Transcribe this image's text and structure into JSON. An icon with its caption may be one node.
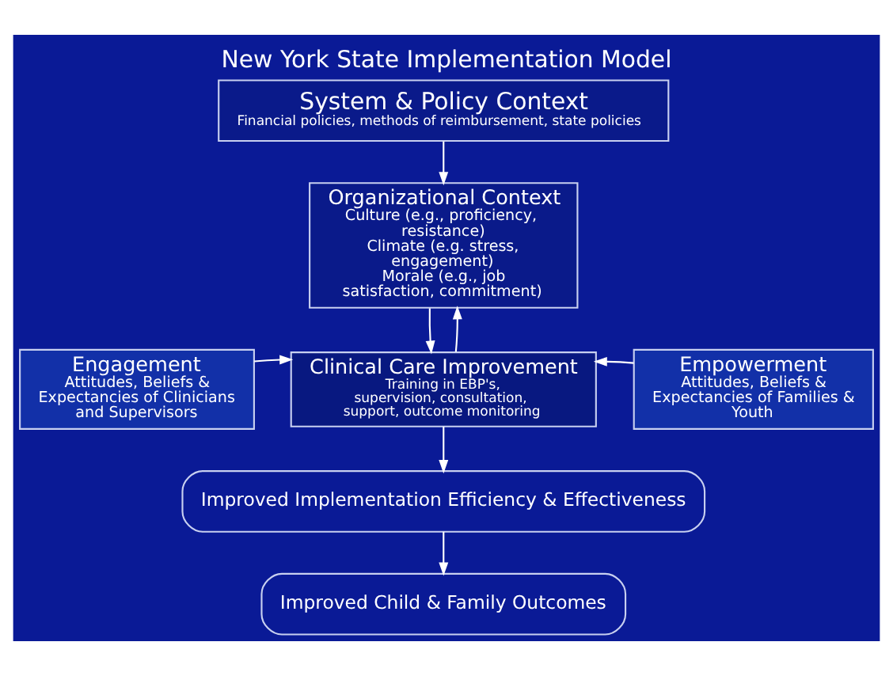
{
  "diagram": {
    "title": "New York State Implementation Model",
    "nodes": [
      {
        "text": [
          "System & Policy Context",
          "Financial policies, methods of reimbursement, state policies"
        ]
      },
      {
        "text": [
          "Organizational Context",
          "Culture (e.g., proficiency, resistance)",
          "Climate (e.g. stress, engagement)",
          "Morale (e.g., job satisfaction, commitment)"
        ]
      },
      {
        "text": [
          "Engagement",
          "Attitudes, Beliefs & Expectancies of Clinicians and Supervisors"
        ]
      },
      {
        "text": [
          "Clinical Care Improvement",
          "Training in EBP's, supervision, consultation, support, outcome monitoring"
        ]
      },
      {
        "text": [
          "Empowerment",
          "Attitudes, Beliefs & Expectancies of Families & Youth"
        ]
      },
      {
        "text": [
          "Improved Implementation Efficiency & Effectiveness"
        ]
      },
      {
        "text": [
          "Improved Child & Family Outcomes"
        ]
      }
    ],
    "edges": [
      {
        "from": 0,
        "to": 1,
        "arrow": "to"
      },
      {
        "from": 1,
        "to": 3,
        "arrow": "to"
      },
      {
        "from": 3,
        "to": 1,
        "arrow": "to"
      },
      {
        "from": 2,
        "to": 3,
        "arrow": "to"
      },
      {
        "from": 4,
        "to": 3,
        "arrow": "to"
      },
      {
        "from": 3,
        "to": 5,
        "arrow": "to"
      },
      {
        "from": 5,
        "to": 6,
        "arrow": "to"
      }
    ]
  }
}
